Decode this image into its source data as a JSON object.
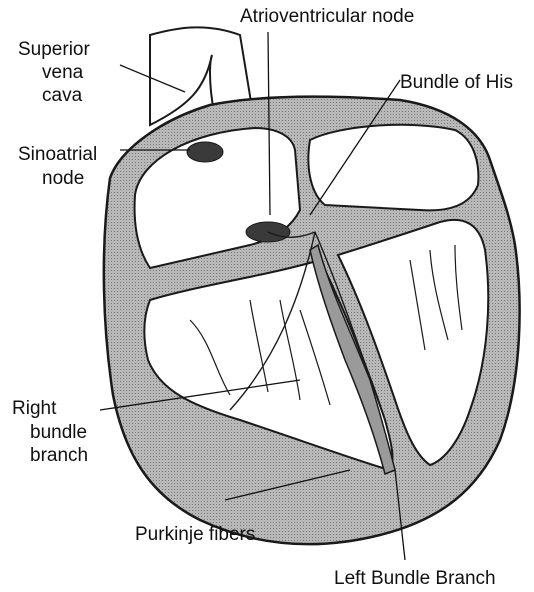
{
  "labels": {
    "superior_vena_cava": [
      "Superior",
      "vena",
      "cava"
    ],
    "atrioventricular_node": "Atrioventricular node",
    "bundle_of_his": "Bundle of His",
    "sinoatrial_node": [
      "Sinoatrial",
      "node"
    ],
    "right_bundle_branch": [
      "Right",
      "bundle",
      "branch"
    ],
    "purkinje_fibers": "Purkinje fibers",
    "left_bundle_branch": "Left Bundle Branch"
  },
  "colors": {
    "wall": "#a9a9a9",
    "node": "#3a3a3a",
    "outline": "#1a1a1a",
    "chamber": "#ffffff"
  }
}
